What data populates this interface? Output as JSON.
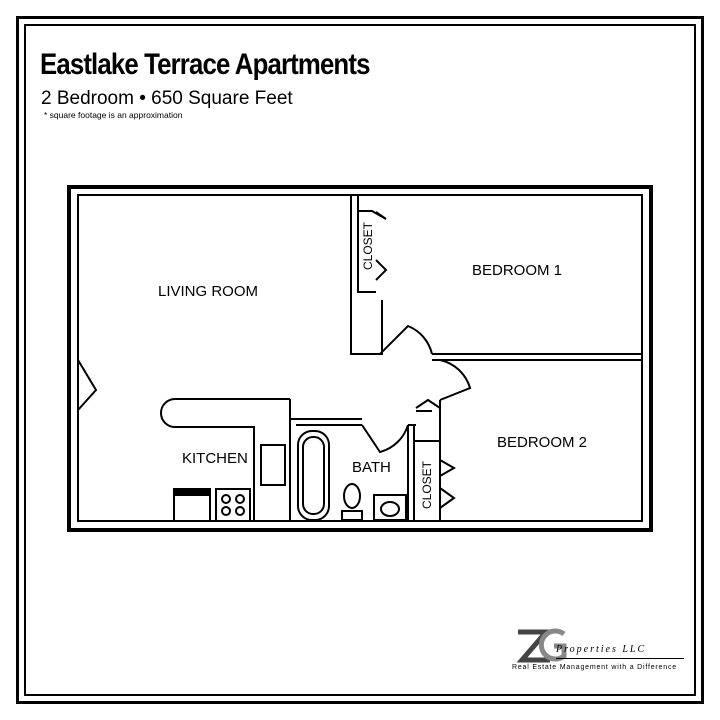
{
  "header": {
    "title": "Eastlake Terrace Apartments",
    "subtitle": "2 Bedroom • 650 Square Feet",
    "footnote": "* square footage is an approximation"
  },
  "rooms": {
    "living_room": "LIVING ROOM",
    "bedroom1": "BEDROOM 1",
    "bedroom2": "BEDROOM 2",
    "kitchen": "KITCHEN",
    "bath": "BATH",
    "closet1": "CLOSET",
    "closet2": "CLOSET"
  },
  "logo": {
    "mark": "ZG",
    "name": "Properties LLC",
    "tagline": "Real Estate Management with a Difference"
  }
}
